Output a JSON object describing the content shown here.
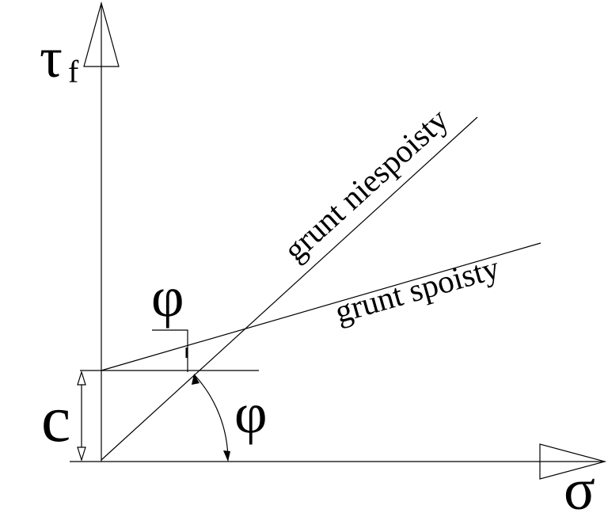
{
  "figure": {
    "description": "Shear strength envelope diagram (Coulomb lines) for cohesive and non-cohesive soil",
    "background_color": "#ffffff",
    "stroke_color": "#000000",
    "y_axis": {
      "label": "τ",
      "label_subscript": "f"
    },
    "x_axis": {
      "label": "σ"
    },
    "cohesion": {
      "label": "c"
    },
    "friction_angle": {
      "upper_label": "φ",
      "lower_label": "φ"
    },
    "envelopes": {
      "cohesionless": {
        "label": "grunt niespoisty"
      },
      "cohesive": {
        "label": "grunt spoisty"
      }
    }
  }
}
